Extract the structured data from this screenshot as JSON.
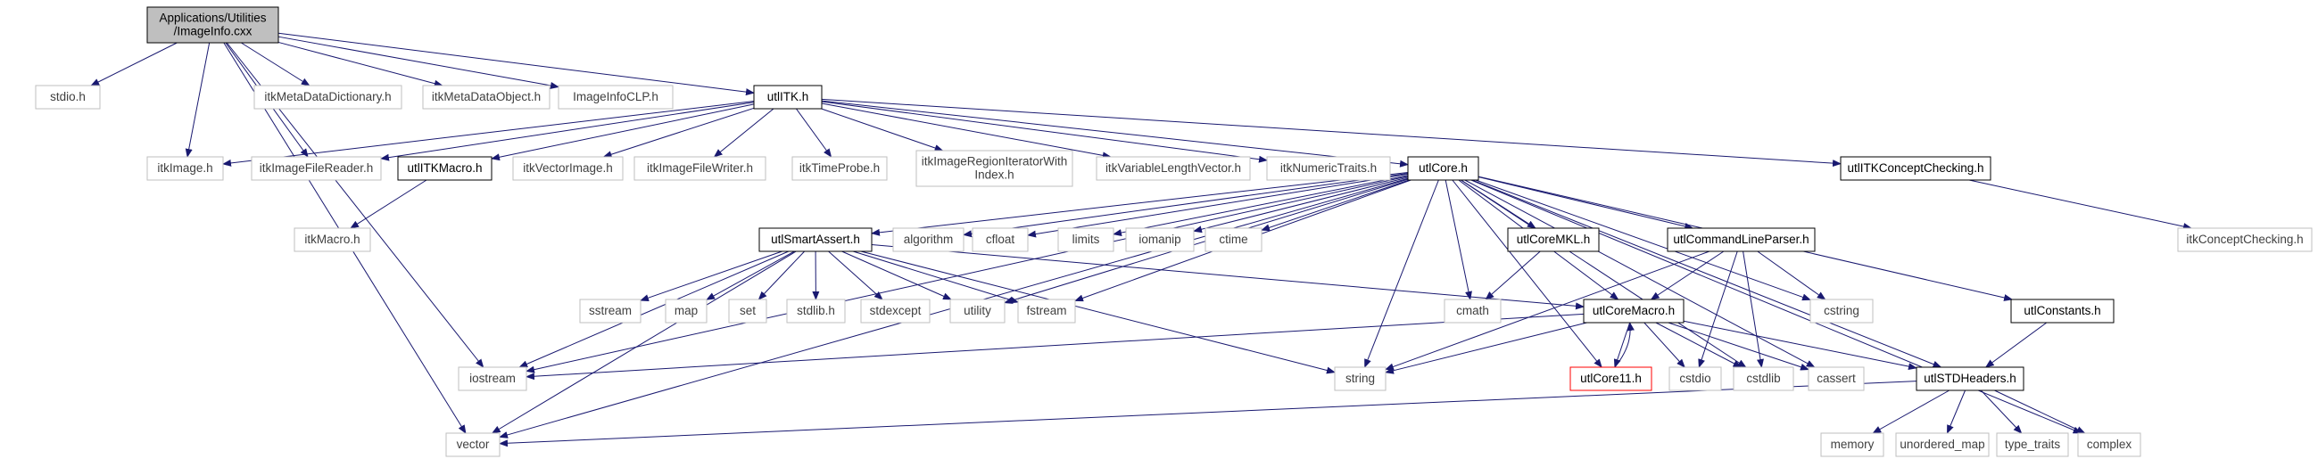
{
  "diagram": {
    "nodes": [
      {
        "id": "root",
        "lines": [
          "Applications/Utilities",
          "/ImageInfo.cxx"
        ],
        "style": "root"
      },
      {
        "id": "stdio_h",
        "lines": [
          "stdio.h"
        ],
        "style": "external"
      },
      {
        "id": "itkMetaDataDictionary",
        "lines": [
          "itkMetaDataDictionary.h"
        ],
        "style": "external"
      },
      {
        "id": "itkMetaDataObject",
        "lines": [
          "itkMetaDataObject.h"
        ],
        "style": "external"
      },
      {
        "id": "ImageInfoCLP",
        "lines": [
          "ImageInfoCLP.h"
        ],
        "style": "external"
      },
      {
        "id": "utlITK",
        "lines": [
          "utlITK.h"
        ],
        "style": "documented"
      },
      {
        "id": "itkImage",
        "lines": [
          "itkImage.h"
        ],
        "style": "external"
      },
      {
        "id": "itkImageFileReader",
        "lines": [
          "itkImageFileReader.h"
        ],
        "style": "external"
      },
      {
        "id": "utlITKMacro",
        "lines": [
          "utlITKMacro.h"
        ],
        "style": "documented"
      },
      {
        "id": "itkVectorImage",
        "lines": [
          "itkVectorImage.h"
        ],
        "style": "external"
      },
      {
        "id": "itkImageFileWriter",
        "lines": [
          "itkImageFileWriter.h"
        ],
        "style": "external"
      },
      {
        "id": "itkTimeProbe",
        "lines": [
          "itkTimeProbe.h"
        ],
        "style": "external"
      },
      {
        "id": "itkImageRegionIteratorWithIndex",
        "lines": [
          "itkImageRegionIteratorWith",
          "Index.h"
        ],
        "style": "external"
      },
      {
        "id": "itkVariableLengthVector",
        "lines": [
          "itkVariableLengthVector.h"
        ],
        "style": "external"
      },
      {
        "id": "itkNumericTraits",
        "lines": [
          "itkNumericTraits.h"
        ],
        "style": "external"
      },
      {
        "id": "utlCore",
        "lines": [
          "utlCore.h"
        ],
        "style": "documented"
      },
      {
        "id": "utlITKConceptChecking",
        "lines": [
          "utlITKConceptChecking.h"
        ],
        "style": "documented"
      },
      {
        "id": "itkConceptChecking",
        "lines": [
          "itkConceptChecking.h"
        ],
        "style": "external"
      },
      {
        "id": "itkMacro",
        "lines": [
          "itkMacro.h"
        ],
        "style": "external"
      },
      {
        "id": "utlSmartAssert",
        "lines": [
          "utlSmartAssert.h"
        ],
        "style": "documented"
      },
      {
        "id": "algorithm",
        "lines": [
          "algorithm"
        ],
        "style": "external"
      },
      {
        "id": "cfloat",
        "lines": [
          "cfloat"
        ],
        "style": "external"
      },
      {
        "id": "limits",
        "lines": [
          "limits"
        ],
        "style": "external"
      },
      {
        "id": "iomanip",
        "lines": [
          "iomanip"
        ],
        "style": "external"
      },
      {
        "id": "ctime",
        "lines": [
          "ctime"
        ],
        "style": "external"
      },
      {
        "id": "utlCoreMKL",
        "lines": [
          "utlCoreMKL.h"
        ],
        "style": "documented"
      },
      {
        "id": "utlCommandLineParser",
        "lines": [
          "utlCommandLineParser.h"
        ],
        "style": "documented"
      },
      {
        "id": "cstring",
        "lines": [
          "cstring"
        ],
        "style": "external"
      },
      {
        "id": "utlConstants",
        "lines": [
          "utlConstants.h"
        ],
        "style": "documented"
      },
      {
        "id": "sstream",
        "lines": [
          "sstream"
        ],
        "style": "external"
      },
      {
        "id": "map",
        "lines": [
          "map"
        ],
        "style": "external"
      },
      {
        "id": "set",
        "lines": [
          "set"
        ],
        "style": "external"
      },
      {
        "id": "stdlib_h",
        "lines": [
          "stdlib.h"
        ],
        "style": "external"
      },
      {
        "id": "stdexcept",
        "lines": [
          "stdexcept"
        ],
        "style": "external"
      },
      {
        "id": "utility",
        "lines": [
          "utility"
        ],
        "style": "external"
      },
      {
        "id": "fstream",
        "lines": [
          "fstream"
        ],
        "style": "external"
      },
      {
        "id": "cmath",
        "lines": [
          "cmath"
        ],
        "style": "external"
      },
      {
        "id": "utlCoreMacro",
        "lines": [
          "utlCoreMacro.h"
        ],
        "style": "documented"
      },
      {
        "id": "iostream",
        "lines": [
          "iostream"
        ],
        "style": "external"
      },
      {
        "id": "string",
        "lines": [
          "string"
        ],
        "style": "external"
      },
      {
        "id": "utlCore11",
        "lines": [
          "utlCore11.h"
        ],
        "style": "truncated"
      },
      {
        "id": "cstdio",
        "lines": [
          "cstdio"
        ],
        "style": "external"
      },
      {
        "id": "cstdlib",
        "lines": [
          "cstdlib"
        ],
        "style": "external"
      },
      {
        "id": "cassert",
        "lines": [
          "cassert"
        ],
        "style": "external"
      },
      {
        "id": "utlSTDHeaders",
        "lines": [
          "utlSTDHeaders.h"
        ],
        "style": "documented"
      },
      {
        "id": "vector",
        "lines": [
          "vector"
        ],
        "style": "external"
      },
      {
        "id": "memory",
        "lines": [
          "memory"
        ],
        "style": "external"
      },
      {
        "id": "unordered_map",
        "lines": [
          "unordered_map"
        ],
        "style": "external"
      },
      {
        "id": "type_traits",
        "lines": [
          "type_traits"
        ],
        "style": "external"
      },
      {
        "id": "complex",
        "lines": [
          "complex"
        ],
        "style": "external"
      }
    ],
    "edges": [
      [
        "root",
        "stdio_h"
      ],
      [
        "root",
        "itkMetaDataDictionary"
      ],
      [
        "root",
        "itkMetaDataObject"
      ],
      [
        "root",
        "ImageInfoCLP"
      ],
      [
        "root",
        "utlITK"
      ],
      [
        "root",
        "itkImage"
      ],
      [
        "root",
        "itkImageFileReader"
      ],
      [
        "root",
        "iostream"
      ],
      [
        "root",
        "vector"
      ],
      [
        "utlITK",
        "itkImage"
      ],
      [
        "utlITK",
        "itkImageFileReader"
      ],
      [
        "utlITK",
        "utlITKMacro"
      ],
      [
        "utlITK",
        "itkVectorImage"
      ],
      [
        "utlITK",
        "itkImageFileWriter"
      ],
      [
        "utlITK",
        "itkTimeProbe"
      ],
      [
        "utlITK",
        "itkImageRegionIteratorWithIndex"
      ],
      [
        "utlITK",
        "itkVariableLengthVector"
      ],
      [
        "utlITK",
        "itkNumericTraits"
      ],
      [
        "utlITK",
        "utlCore"
      ],
      [
        "utlITK",
        "utlITKConceptChecking"
      ],
      [
        "utlITKMacro",
        "itkMacro"
      ],
      [
        "utlITKConceptChecking",
        "itkConceptChecking"
      ],
      [
        "utlCore",
        "utlSmartAssert"
      ],
      [
        "utlCore",
        "algorithm"
      ],
      [
        "utlCore",
        "cfloat"
      ],
      [
        "utlCore",
        "limits"
      ],
      [
        "utlCore",
        "iomanip"
      ],
      [
        "utlCore",
        "ctime"
      ],
      [
        "utlCore",
        "utlCoreMKL"
      ],
      [
        "utlCore",
        "utlCommandLineParser"
      ],
      [
        "utlCore",
        "cstring"
      ],
      [
        "utlCore",
        "utlConstants"
      ],
      [
        "utlCore",
        "utility"
      ],
      [
        "utlCore",
        "fstream"
      ],
      [
        "utlCore",
        "cmath"
      ],
      [
        "utlCore",
        "utlCoreMacro"
      ],
      [
        "utlCore",
        "iostream"
      ],
      [
        "utlCore",
        "string"
      ],
      [
        "utlCore",
        "utlCore11"
      ],
      [
        "utlCore",
        "cstdlib"
      ],
      [
        "utlCore",
        "cassert"
      ],
      [
        "utlCore",
        "utlSTDHeaders"
      ],
      [
        "utlCore",
        "vector"
      ],
      [
        "utlCore",
        "complex"
      ],
      [
        "utlSmartAssert",
        "sstream"
      ],
      [
        "utlSmartAssert",
        "map"
      ],
      [
        "utlSmartAssert",
        "set"
      ],
      [
        "utlSmartAssert",
        "stdlib_h"
      ],
      [
        "utlSmartAssert",
        "stdexcept"
      ],
      [
        "utlSmartAssert",
        "utility"
      ],
      [
        "utlSmartAssert",
        "fstream"
      ],
      [
        "utlSmartAssert",
        "utlCoreMacro"
      ],
      [
        "utlSmartAssert",
        "iostream"
      ],
      [
        "utlSmartAssert",
        "string"
      ],
      [
        "utlSmartAssert",
        "vector"
      ],
      [
        "utlCoreMKL",
        "cmath"
      ],
      [
        "utlCommandLineParser",
        "utlCoreMacro"
      ],
      [
        "utlCommandLineParser",
        "cstring"
      ],
      [
        "utlCommandLineParser",
        "string"
      ],
      [
        "utlCommandLineParser",
        "cstdio"
      ],
      [
        "utlCommandLineParser",
        "cstdlib"
      ],
      [
        "utlConstants",
        "utlSTDHeaders"
      ],
      [
        "utlCoreMacro",
        "iostream"
      ],
      [
        "utlCoreMacro",
        "string"
      ],
      [
        "utlCoreMacro",
        "utlCore11"
      ],
      [
        "utlCoreMacro",
        "cstdio"
      ],
      [
        "utlCoreMacro",
        "cstdlib"
      ],
      [
        "utlCoreMacro",
        "cassert"
      ],
      [
        "utlCoreMacro",
        "utlSTDHeaders"
      ],
      [
        "utlCore11",
        "utlCoreMacro"
      ],
      [
        "utlSTDHeaders",
        "vector"
      ],
      [
        "utlSTDHeaders",
        "memory"
      ],
      [
        "utlSTDHeaders",
        "unordered_map"
      ],
      [
        "utlSTDHeaders",
        "type_traits"
      ],
      [
        "utlSTDHeaders",
        "complex"
      ]
    ],
    "styles": {
      "root": {
        "fill": "#bfbfbf",
        "stroke": "#000000",
        "text": "#000000"
      },
      "documented": {
        "fill": "#ffffff",
        "stroke": "#000000",
        "text": "#000000"
      },
      "external": {
        "fill": "#ffffff",
        "stroke": "#bfbfbf",
        "text": "#404040"
      },
      "truncated": {
        "fill": "#ffffff",
        "stroke": "#ff0000",
        "text": "#000000"
      }
    },
    "edge_color": "#191970"
  }
}
